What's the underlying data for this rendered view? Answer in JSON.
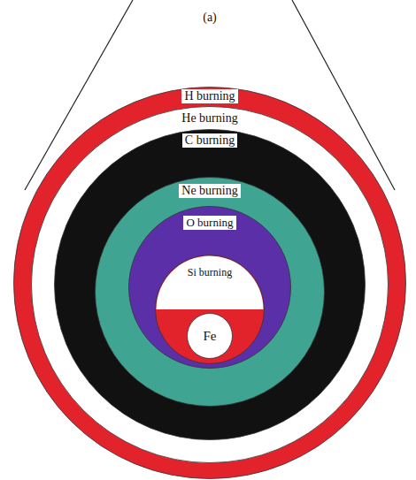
{
  "diagram": {
    "nodes": [
      {
        "text": [
          "H burning"
        ]
      },
      {
        "text": [
          "He burning"
        ],
        "in": 0
      },
      {
        "text": [
          "C burning"
        ],
        "in": 1
      },
      {
        "text": [
          "Ne burning"
        ],
        "in": 2
      },
      {
        "text": [
          "O burning"
        ],
        "in": 3
      },
      {
        "text": [
          "Si burning"
        ],
        "in": 4
      },
      {
        "text": [
          "Fe"
        ],
        "in": 5
      }
    ],
    "labels": [
      "(a)"
    ]
  }
}
